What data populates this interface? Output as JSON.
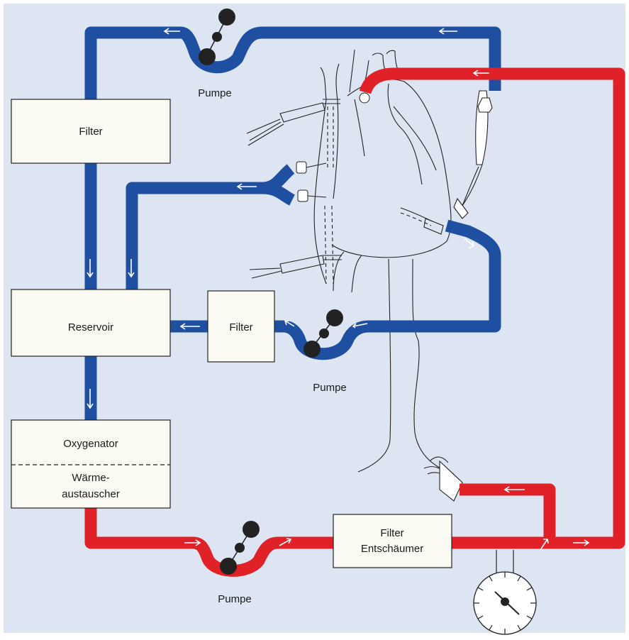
{
  "colors": {
    "background": "#dde4f2",
    "venous_blue": "#1f4fa0",
    "arterial_red": "#e02128",
    "box_fill": "#fbfaf3",
    "line": "#222222"
  },
  "components": {
    "pump_top": "Pumpe",
    "pump_middle": "Pumpe",
    "pump_bottom": "Pumpe",
    "filter_left": "Filter",
    "filter_middle": "Filter",
    "reservoir": "Reservoir",
    "oxygenator": "Oxygenator",
    "heat_exchanger_line1": "Wärme-",
    "heat_exchanger_line2": "austauscher",
    "filter_defoamer_line1": "Filter",
    "filter_defoamer_line2": "Entschäumer"
  },
  "icons": [
    "heart-illustration",
    "pressure-gauge-icon",
    "flow-arrow-icon",
    "roller-pump-icon"
  ]
}
